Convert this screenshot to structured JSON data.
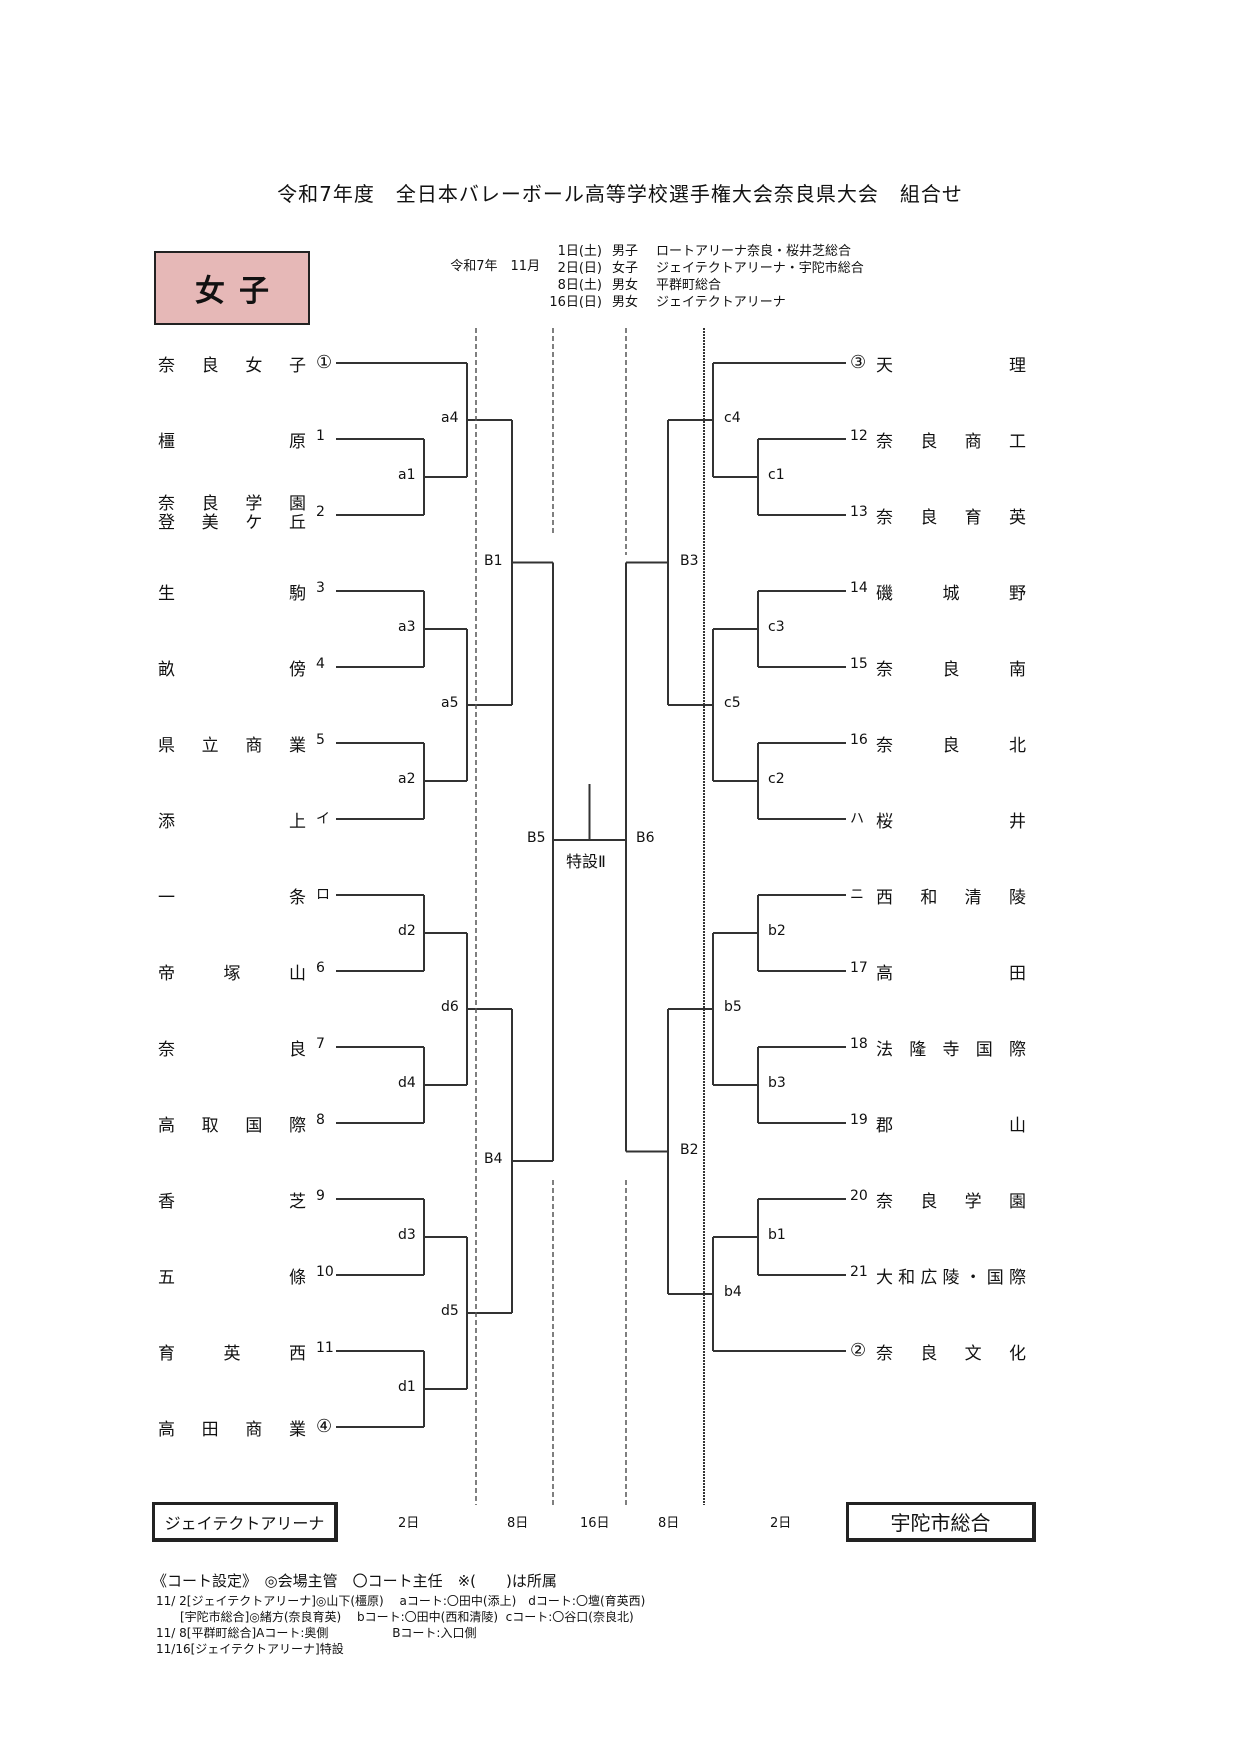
{
  "title": "令和7年度　全日本バレーボール高等学校選手権大会奈良県大会　組合せ",
  "schedule": [
    {
      "prefix": "令和7年　11月",
      "day": "1日(土)",
      "gender": "男子",
      "venue": "ロートアリーナ奈良・桜井芝総合"
    },
    {
      "prefix": "",
      "day": "2日(日)",
      "gender": "女子",
      "venue": "ジェイテクトアリーナ・宇陀市総合"
    },
    {
      "prefix": "",
      "day": "8日(土)",
      "gender": "男女",
      "venue": "平群町総合"
    },
    {
      "prefix": "",
      "day": "16日(日)",
      "gender": "男女",
      "venue": "ジェイテクトアリーナ"
    }
  ],
  "category": "女子",
  "left_teams": [
    {
      "name": [
        "奈",
        "良",
        "女",
        "子"
      ],
      "seed": "①"
    },
    {
      "name": [
        "橿",
        "原"
      ],
      "seed": "1"
    },
    {
      "name": [
        "奈",
        "良",
        "学",
        "園"
      ],
      "name2": [
        "登",
        "美",
        "ケ",
        "丘"
      ],
      "seed": "2"
    },
    {
      "name": [
        "生",
        "駒"
      ],
      "seed": "3"
    },
    {
      "name": [
        "畝",
        "傍"
      ],
      "seed": "4"
    },
    {
      "name": [
        "県",
        "立",
        "商",
        "業"
      ],
      "seed": "5"
    },
    {
      "name": [
        "添",
        "上"
      ],
      "seed": "イ"
    },
    {
      "name": [
        "一",
        "条"
      ],
      "seed": "ロ"
    },
    {
      "name": [
        "帝",
        "塚",
        "山"
      ],
      "seed": "6"
    },
    {
      "name": [
        "奈",
        "良"
      ],
      "seed": "7"
    },
    {
      "name": [
        "高",
        "取",
        "国",
        "際"
      ],
      "seed": "8"
    },
    {
      "name": [
        "香",
        "芝"
      ],
      "seed": "9"
    },
    {
      "name": [
        "五",
        "條"
      ],
      "seed": "10"
    },
    {
      "name": [
        "育",
        "英",
        "西"
      ],
      "seed": "11"
    },
    {
      "name": [
        "高",
        "田",
        "商",
        "業"
      ],
      "seed": "④"
    }
  ],
  "right_teams": [
    {
      "name": [
        "天",
        "理"
      ],
      "seed": "③"
    },
    {
      "name": [
        "奈",
        "良",
        "商",
        "工"
      ],
      "seed": "12"
    },
    {
      "name": [
        "奈",
        "良",
        "育",
        "英"
      ],
      "seed": "13"
    },
    {
      "name": [
        "磯",
        "城",
        "野"
      ],
      "seed": "14"
    },
    {
      "name": [
        "奈",
        "良",
        "南"
      ],
      "seed": "15"
    },
    {
      "name": [
        "奈",
        "良",
        "北"
      ],
      "seed": "16"
    },
    {
      "name": [
        "桜",
        "井"
      ],
      "seed": "ハ"
    },
    {
      "name": [
        "西",
        "和",
        "清",
        "陵"
      ],
      "seed": "ニ"
    },
    {
      "name": [
        "高",
        "田"
      ],
      "seed": "17"
    },
    {
      "name": [
        "法",
        "隆",
        "寺",
        "国",
        "際"
      ],
      "seed": "18"
    },
    {
      "name": [
        "郡",
        "山"
      ],
      "seed": "19"
    },
    {
      "name": [
        "奈",
        "良",
        "学",
        "園"
      ],
      "seed": "20"
    },
    {
      "name": [
        "大",
        "和",
        "広",
        "陵",
        "・",
        "国",
        "際"
      ],
      "seed": "21"
    },
    {
      "name": [
        "奈",
        "良",
        "文",
        "化"
      ],
      "seed": "②"
    }
  ],
  "match_labels": {
    "a1": "a1",
    "a2": "a2",
    "a3": "a3",
    "a4": "a4",
    "a5": "a5",
    "d1": "d1",
    "d2": "d2",
    "d3": "d3",
    "d4": "d4",
    "d5": "d5",
    "d6": "d6",
    "c1": "c1",
    "c2": "c2",
    "c3": "c3",
    "c4": "c4",
    "c5": "c5",
    "b1": "b1",
    "b2": "b2",
    "b3": "b3",
    "b4": "b4",
    "b5": "b5",
    "B1": "B1",
    "B2": "B2",
    "B3": "B3",
    "B4": "B4",
    "B5": "B5",
    "B6": "B6",
    "final": "特設Ⅱ"
  },
  "day_labels": [
    "2日",
    "8日",
    "16日",
    "8日",
    "2日"
  ],
  "venues": {
    "left": "ジェイテクトアリーナ",
    "right": "宇陀市総合"
  },
  "notes": {
    "heading": "《コート設定》　◎会場主管　〇コート主任　※(　　)は所属",
    "lines": [
      "11/ 2[ジェイテクトアリーナ]◎山下(橿原)　 aコート:〇田中(添上)　dコート:〇壇(育英西)",
      "　　[宇陀市総合]◎緒方(奈良育英)　 bコート:〇田中(西和清陵)  cコート:〇谷口(奈良北)",
      "11/ 8[平群町総合]Aコート:奥側　　　　　 Bコート:入口側",
      "11/16[ジェイテクトアリーナ]特設"
    ]
  }
}
